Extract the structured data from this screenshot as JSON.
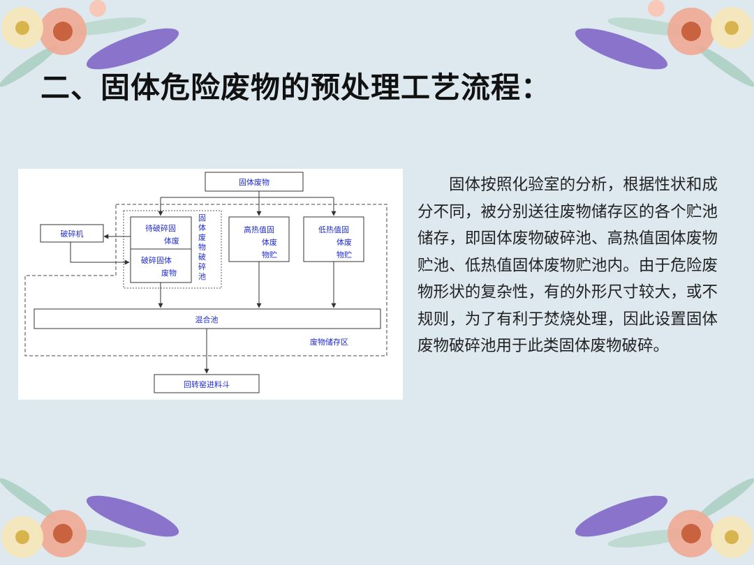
{
  "title": "二、固体危险废物的预处理工艺流程：",
  "description": "固体按照化验室的分析，根据性状和成分不同，被分别送往废物储存区的各个贮池储存，即固体废物破碎池、高热值固体废物贮池、低热值固体废物贮池内。由于危险废物形状的复杂性，有的外形尺寸较大，或不规则，为了有利于焚烧处理，因此设置固体废物破碎池用于此类固体废物破碎。",
  "diagram": {
    "nodes": {
      "source": "固体废物",
      "crusher": "破碎机",
      "to_crush": [
        "待破碎固",
        "体废"
      ],
      "crushed": [
        "破碎固体",
        "废物"
      ],
      "crush_pool": [
        "固",
        "体",
        "废",
        "物",
        "破",
        "碎",
        "池"
      ],
      "high_heat": [
        "高热值固",
        "体废",
        "物贮"
      ],
      "low_heat": [
        "低热值固",
        "体废",
        "物贮"
      ],
      "mixing": "混合池",
      "storage_area": "废物储存区",
      "hopper": "回转窑进料斗"
    },
    "edges": [
      [
        "固体废物",
        "待破碎固体废"
      ],
      [
        "固体废物",
        "高热值固体废物贮"
      ],
      [
        "固体废物",
        "低热值固体废物贮"
      ],
      [
        "待破碎固体废",
        "破碎机"
      ],
      [
        "破碎机",
        "破碎固体废物"
      ],
      [
        "破碎固体废物",
        "混合池"
      ],
      [
        "高热值固体废物贮",
        "混合池"
      ],
      [
        "低热值固体废物贮",
        "混合池"
      ],
      [
        "混合池",
        "回转窑进料斗"
      ]
    ],
    "colors": {
      "text": "#1f2bd6",
      "line": "#333333"
    }
  },
  "decorations": [
    "floral-corner-top-left",
    "floral-corner-top-right",
    "floral-corner-bottom-left",
    "floral-corner-bottom-right"
  ],
  "needs_review": [
    "待破碎固体废",
    "高热值固体废物贮",
    "低热值固体废物贮"
  ]
}
